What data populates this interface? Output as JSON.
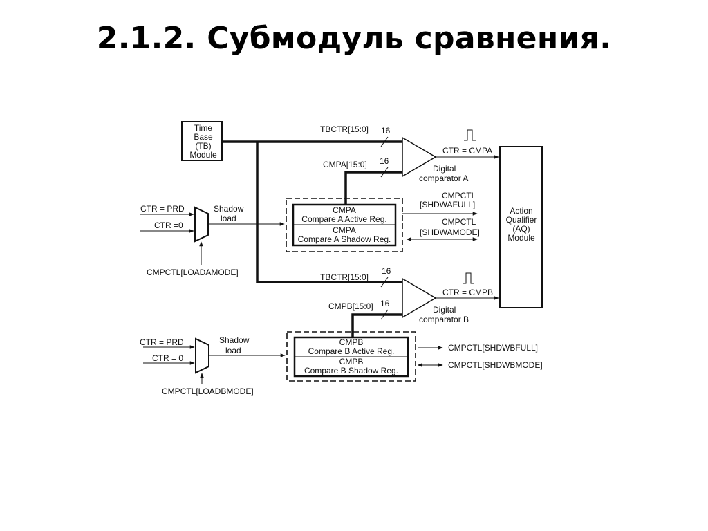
{
  "slide": {
    "title": "2.1.2. Субмодуль сравнения."
  },
  "diagram": {
    "tb_module": [
      "Time",
      "Base",
      "(TB)",
      "Module"
    ],
    "aq_module": [
      "Action",
      "Qualifier",
      "(AQ)",
      "Module"
    ],
    "tbctr_a": "TBCTR[15:0]",
    "tbctr_b": "TBCTR[15:0]",
    "bus_width_1": "16",
    "bus_width_2": "16",
    "bus_width_3": "16",
    "bus_width_4": "16",
    "cmpa_bus": "CMPA[15:0]",
    "cmpb_bus": "CMPB[15:0]",
    "ctr_eq_cmpa": "CTR = CMPA",
    "ctr_eq_cmpb": "CTR = CMPB",
    "comparator_a": [
      "Digital",
      "comparator A"
    ],
    "comparator_b": [
      "Digital",
      "comparator B"
    ],
    "mux_a_in1": "CTR = PRD",
    "mux_a_in2": "CTR =0",
    "mux_b_in1": "CTR = PRD",
    "mux_b_in2": "CTR = 0",
    "shadow_load_a": [
      "Shadow",
      "load"
    ],
    "shadow_load_b": [
      "Shadow",
      "load"
    ],
    "loadamode": "CMPCTL[LOADAMODE]",
    "loadbmode": "CMPCTL[LOADBMODE]",
    "cmpa_active": [
      "CMPA",
      "Compare A Active Reg."
    ],
    "cmpa_shadow": [
      "CMPA",
      "Compare A Shadow Reg."
    ],
    "cmpb_active": [
      "CMPB",
      "Compare B Active Reg."
    ],
    "cmpb_shadow": [
      "CMPB",
      "Compare B Shadow Reg."
    ],
    "shdwafull": [
      "CMPCTL",
      "[SHDWAFULL]"
    ],
    "shdwamode": [
      "CMPCTL",
      "[SHDWAMODE]"
    ],
    "shdwbfull": "CMPCTL[SHDWBFULL]",
    "shdwbmode": "CMPCTL[SHDWBMODE]"
  }
}
